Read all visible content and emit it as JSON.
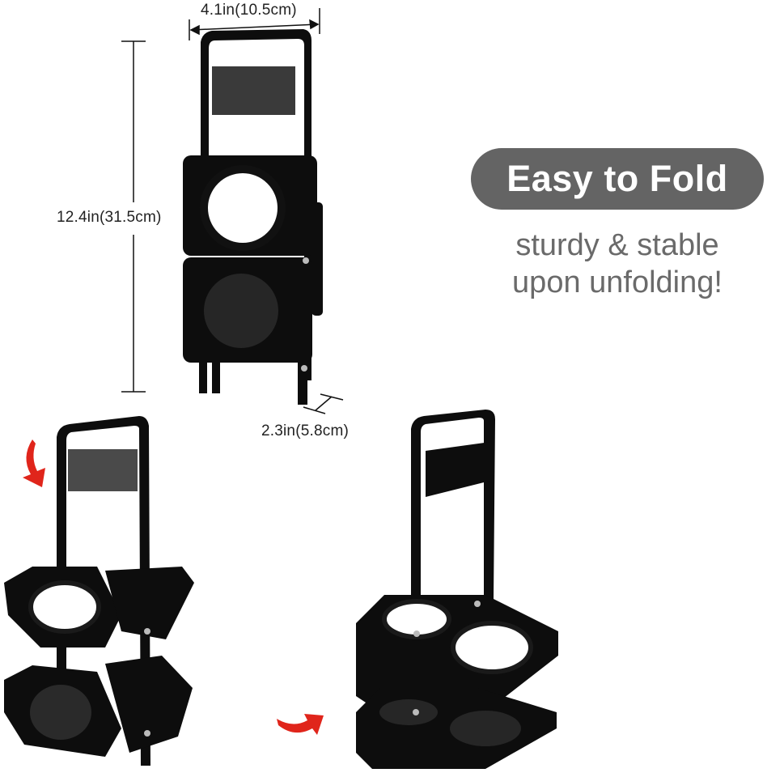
{
  "dimensions": {
    "width_label": "4.1in(10.5cm)",
    "height_label": "12.4in(31.5cm)",
    "depth_label": "2.3in(5.8cm)"
  },
  "feature": {
    "title": "Easy to Fold",
    "subtitle_line1": "sturdy & stable",
    "subtitle_line2": "upon unfolding!"
  },
  "colors": {
    "badge_bg": "#646464",
    "subtitle_text": "#6a6a6a",
    "arrow_red": "#e0251b",
    "product_black": "#0d0d0d"
  },
  "images": {
    "folded": "folded-carrier",
    "unfolding": "unfolding-carrier",
    "unfolded": "unfolded-carrier"
  }
}
